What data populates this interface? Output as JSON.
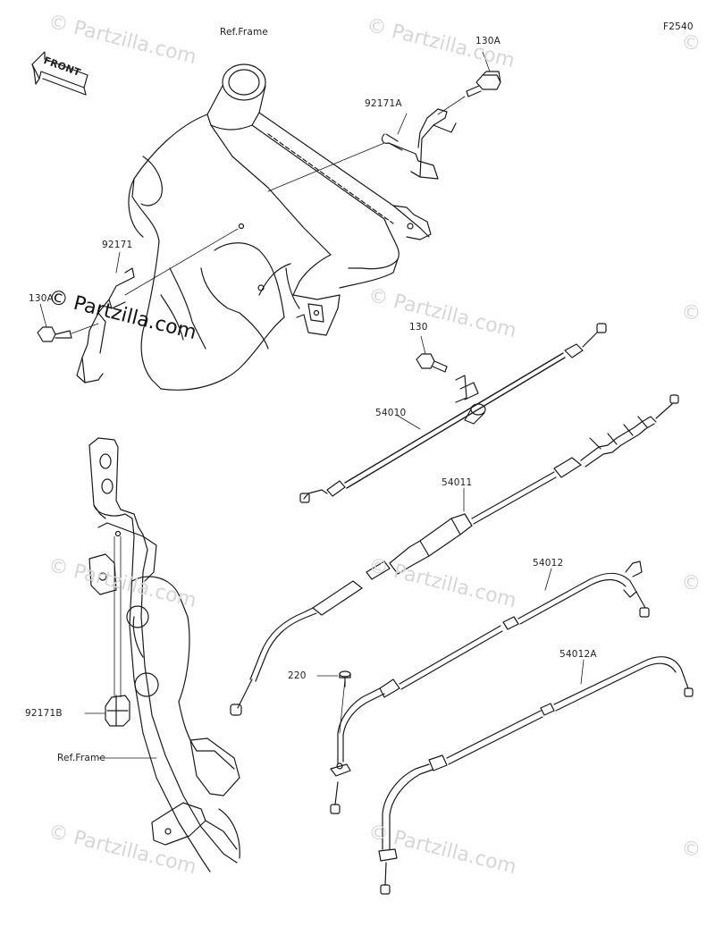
{
  "figure_code": "F2540",
  "front_label": "FRONT",
  "watermark": "© Partzilla.com",
  "watermark_symbol": "©",
  "watermark_word": "Partzilla.com",
  "labels": {
    "ref_frame_top": "Ref.Frame",
    "ref_frame_bottom": "Ref.Frame",
    "bolt_130A_top": "130A",
    "bolt_130A_left": "130A",
    "bolt_130": "130",
    "clamp_92171A": "92171A",
    "clamp_92171": "92171",
    "clamp_92171B": "92171B",
    "cable_54010": "54010",
    "cable_54011": "54011",
    "cable_54012": "54012",
    "cable_54012A": "54012A",
    "screw_220": "220"
  },
  "colors": {
    "line": "#1a1a1a",
    "watermark": "#d6d6d6",
    "background": "#ffffff"
  }
}
